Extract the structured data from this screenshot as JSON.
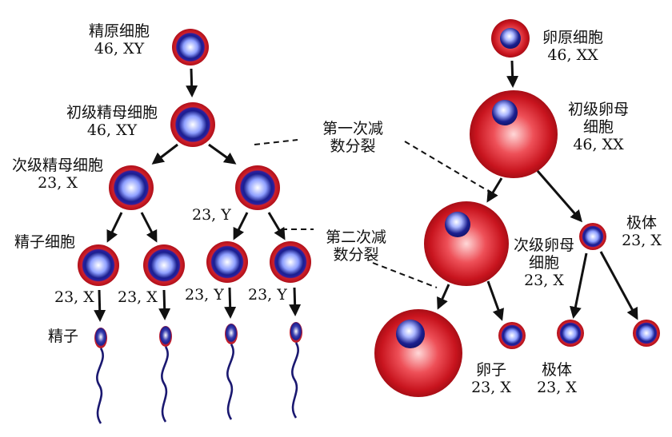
{
  "colors": {
    "cell_outer": "#c8141e",
    "cell_inner_blue": "#1b1f8f",
    "nucleus_white": "#ffffff",
    "arrow": "#111111",
    "sperm_tail": "#1a1870"
  },
  "sperm_side": {
    "spermatogonium": {
      "name": "精原细胞",
      "chromosomes": "46, XY"
    },
    "primary_spermatocyte": {
      "name": "初级精母细胞",
      "chromosomes": "46, XY"
    },
    "secondary_spermatocyte_left": {
      "name": "次级精母细胞",
      "chromosomes": "23, X"
    },
    "secondary_spermatocyte_right": {
      "chromosomes": "23, Y"
    },
    "spermatid_label": "精子细胞",
    "spermatids": [
      "23, X",
      "23, X",
      "23, Y",
      "23, Y"
    ],
    "sperm_label": "精子"
  },
  "egg_side": {
    "oogonium": {
      "name": "卵原细胞",
      "chromosomes": "46, XX"
    },
    "primary_oocyte": {
      "line1": "初级卵母",
      "line2": "细胞",
      "chromosomes": "46, XX"
    },
    "secondary_oocyte": {
      "line1": "次级卵母",
      "line2": "细胞",
      "chromosomes": "23, X"
    },
    "first_polar_body": {
      "name": "极体",
      "chromosomes": "23, X"
    },
    "egg": {
      "name": "卵子",
      "chromosomes": "23, X"
    },
    "second_polar_bodies": {
      "name": "极体",
      "chromosomes": "23, X"
    }
  },
  "divisions": {
    "first": {
      "line1": "第一次减",
      "line2": "数分裂"
    },
    "second": {
      "line1": "第二次减",
      "line2": "数分裂"
    }
  }
}
